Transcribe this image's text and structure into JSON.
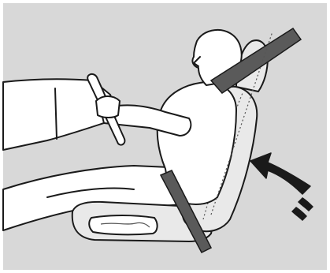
{
  "figure": {
    "subject": "seat-adjustment-illustration",
    "colors": {
      "background": "#d8d8d8",
      "frame": "#ffffff",
      "outline": "#1a1a1a",
      "belt": "#5a5a5a",
      "arrow": "#1a1a1a"
    },
    "icons": [
      "dashboard",
      "steering-wheel",
      "driver",
      "seat-back",
      "seat-cushion",
      "seat-belt",
      "seat-back-angle-line",
      "recline-arrow"
    ]
  }
}
